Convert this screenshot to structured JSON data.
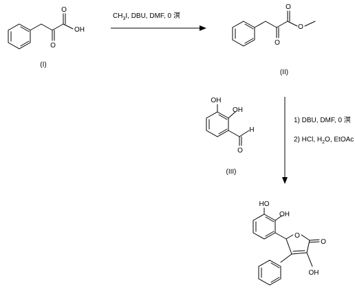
{
  "compounds": {
    "I": {
      "label": "(I)",
      "oh": "OH",
      "o_keto": "O",
      "o_acid": "O"
    },
    "II": {
      "label": "(II)",
      "o_keto": "O",
      "o_ester": "O",
      "o_link": "O"
    },
    "III": {
      "label": "(III)",
      "oh_top": "OH",
      "oh_right": "OH",
      "o_ald": "O",
      "h_ald": "H"
    },
    "product": {
      "oh_top": "HO",
      "oh_right": "OH",
      "o_ring": "O",
      "o_lactone": "O",
      "oh_lower": "OH"
    }
  },
  "step1": {
    "reagents": {
      "pre": "CH",
      "sub": "3",
      "post": "I, DBU, DMF, 0 溟"
    }
  },
  "step2": {
    "line1": "1) DBU, DMF, 0 溟",
    "line2": {
      "a": "2) HCl, H",
      "sub": "2",
      "b": "O, EtOAc"
    }
  }
}
